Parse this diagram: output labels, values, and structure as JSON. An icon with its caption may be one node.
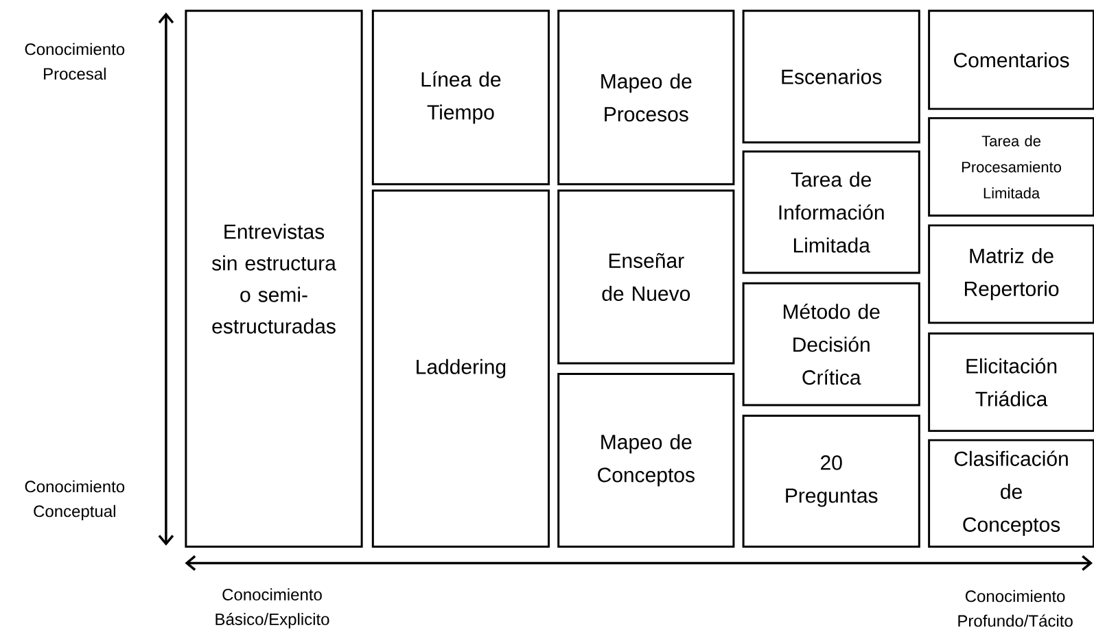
{
  "diagram": {
    "nodes": [
      {
        "text": [
          "Entrevistas sin estructura o semi-estructuradas"
        ]
      },
      {
        "text": [
          "Línea de Tiempo"
        ]
      },
      {
        "text": [
          "Laddering"
        ]
      },
      {
        "text": [
          "Mapeo de Procesos"
        ]
      },
      {
        "text": [
          "Enseñar de Nuevo"
        ]
      },
      {
        "text": [
          "Mapeo de Conceptos"
        ]
      },
      {
        "text": [
          "Escenarios"
        ]
      },
      {
        "text": [
          "Tarea de Información Limitada"
        ]
      },
      {
        "text": [
          "Método de Decisión Crítica"
        ]
      },
      {
        "text": [
          "20 Preguntas"
        ]
      },
      {
        "text": [
          "Comentarios"
        ]
      },
      {
        "text": [
          "Tarea de Procesamiento Limitada"
        ]
      },
      {
        "text": [
          "Matriz de Repertorio"
        ]
      },
      {
        "text": [
          "Elicitación Triádica"
        ]
      },
      {
        "text": [
          "Clasificación de Conceptos"
        ]
      }
    ],
    "labels": [
      "Conocimiento Procesal",
      "Conocimiento Conceptual",
      "Conocimiento Básico/Explicito",
      "Conocimiento Profundo/Tácito"
    ]
  }
}
